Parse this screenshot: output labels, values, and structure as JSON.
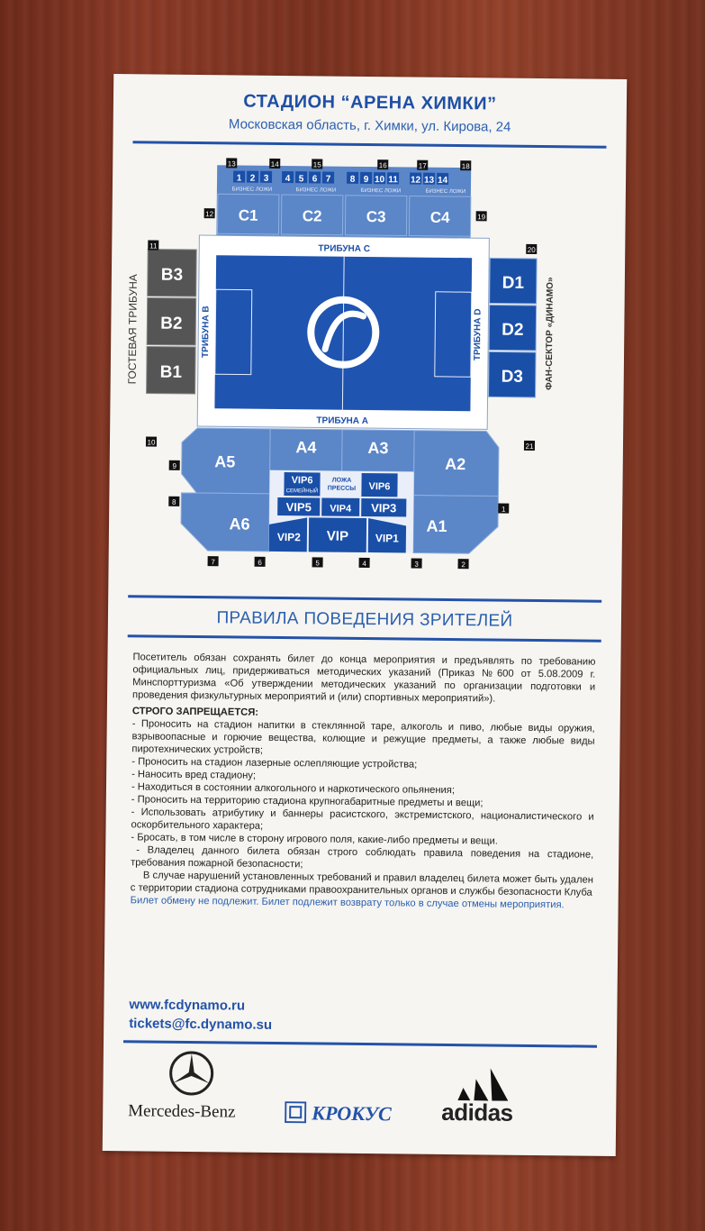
{
  "header": {
    "title": "СТАДИОН “АРЕНА ХИМКИ”",
    "address": "Московская область, г. Химки, ул. Кирова, 24"
  },
  "map": {
    "business_label": "БИЗНЕС ЛОЖИ",
    "boxes": [
      "1",
      "2",
      "3",
      "4",
      "5",
      "6",
      "7",
      "8",
      "9",
      "10",
      "11",
      "12",
      "13",
      "14"
    ],
    "gates": [
      "1",
      "2",
      "3",
      "4",
      "5",
      "6",
      "7",
      "8",
      "9",
      "10",
      "11",
      "12",
      "13",
      "14",
      "15",
      "16",
      "17",
      "18",
      "19",
      "20",
      "21"
    ],
    "sectors_c": [
      "C1",
      "C2",
      "C3",
      "C4"
    ],
    "sectors_b": [
      "B3",
      "B2",
      "B1"
    ],
    "sectors_d": [
      "D1",
      "D2",
      "D3"
    ],
    "sectors_a": [
      "A5",
      "A4",
      "A3",
      "A2",
      "A6",
      "A1"
    ],
    "vip": [
      "VIP6",
      "VIP6",
      "VIP5",
      "VIP4",
      "VIP3",
      "VIP2",
      "VIP",
      "VIP1"
    ],
    "vip6_sub": "СЕМЕЙНЫЙ",
    "press": [
      "ЛОЖА",
      "ПРЕССЫ"
    ],
    "stand_c": "ТРИБУНА С",
    "stand_a": "ТРИБУНА А",
    "stand_b": "ТРИБУНА В",
    "stand_d": "ТРИБУНА D",
    "guest_stand": "ГОСТЕВАЯ ТРИБУНА",
    "fan_sector": "ФАН-СЕКТОР «ДИНАМО»",
    "colors": {
      "blue": "#1a4fa8",
      "light_blue": "#5b86c8",
      "grey": "#555555",
      "field": "#1f54b0"
    }
  },
  "rules": {
    "title": "ПРАВИЛА ПОВЕДЕНИЯ ЗРИТЕЛЕЙ",
    "intro": "Посетитель обязан сохранять билет до конца мероприятия и предъявлять по требованию официальных лиц, придерживаться методических указаний (Приказ №600 от 5.08.2009 г. Минспорттуризма «Об утверждении методических указаний по организации подготовки и проведения физкультурных мероприятий и (или) спортивных мероприятий»).",
    "forbidden_heading": "СТРОГО ЗАПРЕЩАЕТСЯ:",
    "items": [
      "- Проносить на стадион напитки в стеклянной таре, алкоголь и пиво, любые виды оружия, взрывоопасные и горючие вещества, колющие и режущие предметы, а также любые виды пиротехнических устройств;",
      "- Проносить на стадион лазерные ослепляющие устройства;",
      "- Наносить вред стадиону;",
      "- Находиться в состоянии алкогольного и наркотического опьянения;",
      "- Проносить на территорию стадиона крупногабаритные предметы и вещи;",
      "- Использовать атрибутику и баннеры расистского, экстремистского, националистического и оскорбительного характера;",
      "- Бросать, в том числе в сторону игрового поля, какие-либо предметы и вещи.",
      "- Владелец данного билета обязан строго соблюдать правила поведения на стадионе, требования пожарной безопасности;",
      "В случае нарушений установленных требований и правил владелец билета может быть удален с территории стадиона сотрудниками правоохранительных органов и службы безопасности Клуба"
    ],
    "note": "Билет обмену не подлежит. Билет подлежит возврату только в случае отмены мероприятия."
  },
  "contacts": {
    "website": "www.fcdynamo.ru",
    "email": "tickets@fc.dynamo.su"
  },
  "sponsors": {
    "mercedes": "Mercedes-Benz",
    "crocus": "КРОКУС",
    "adidas": "adidas"
  }
}
